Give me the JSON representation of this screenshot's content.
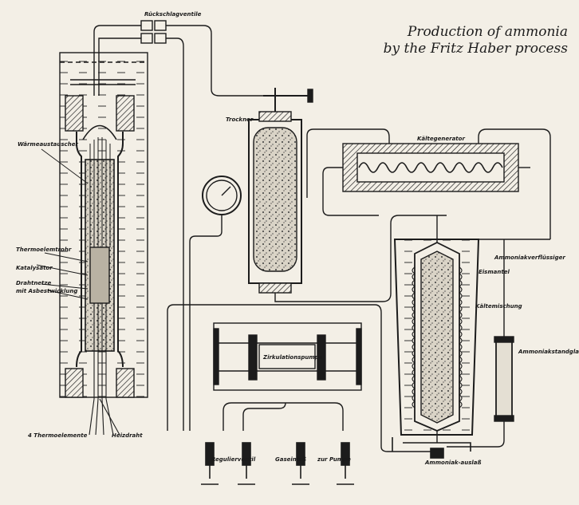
{
  "title": {
    "line1": "Production of ammonia",
    "line2": "by the Fritz Haber process"
  },
  "labels": {
    "rueckschlagventile": "Rückschlagventile",
    "waermeaustauscher": "Wärmeaustauscher",
    "thermoelement_rohr": "Thermoelemtrohr",
    "katalysator": "Katalysator",
    "drahtnetze": "Drahtnetze",
    "mit_asbestwicklung": "mit Asbestwicklung",
    "thermoelemente": "4 Thermoelemente",
    "heizdraht": "Heizdraht",
    "trockner": "Trockner",
    "kaeltegenerator": "Kältegenerator",
    "ammoniakverfluessiger": "Ammoniakverflüssiger",
    "eismantel": "Eismantel",
    "kaeltemischung": "Kältemischung",
    "ammoniakstandglas": "Ammoniakstandglas",
    "zirkulationspumpe": "Zirkulationspumpe",
    "regulierventil": "Regulierventil",
    "gaseinlass": "Gaseinlaß",
    "zur_pumpe": "zur Pumpe",
    "ammoniak_auslass": "Ammoniak-auslaß"
  }
}
